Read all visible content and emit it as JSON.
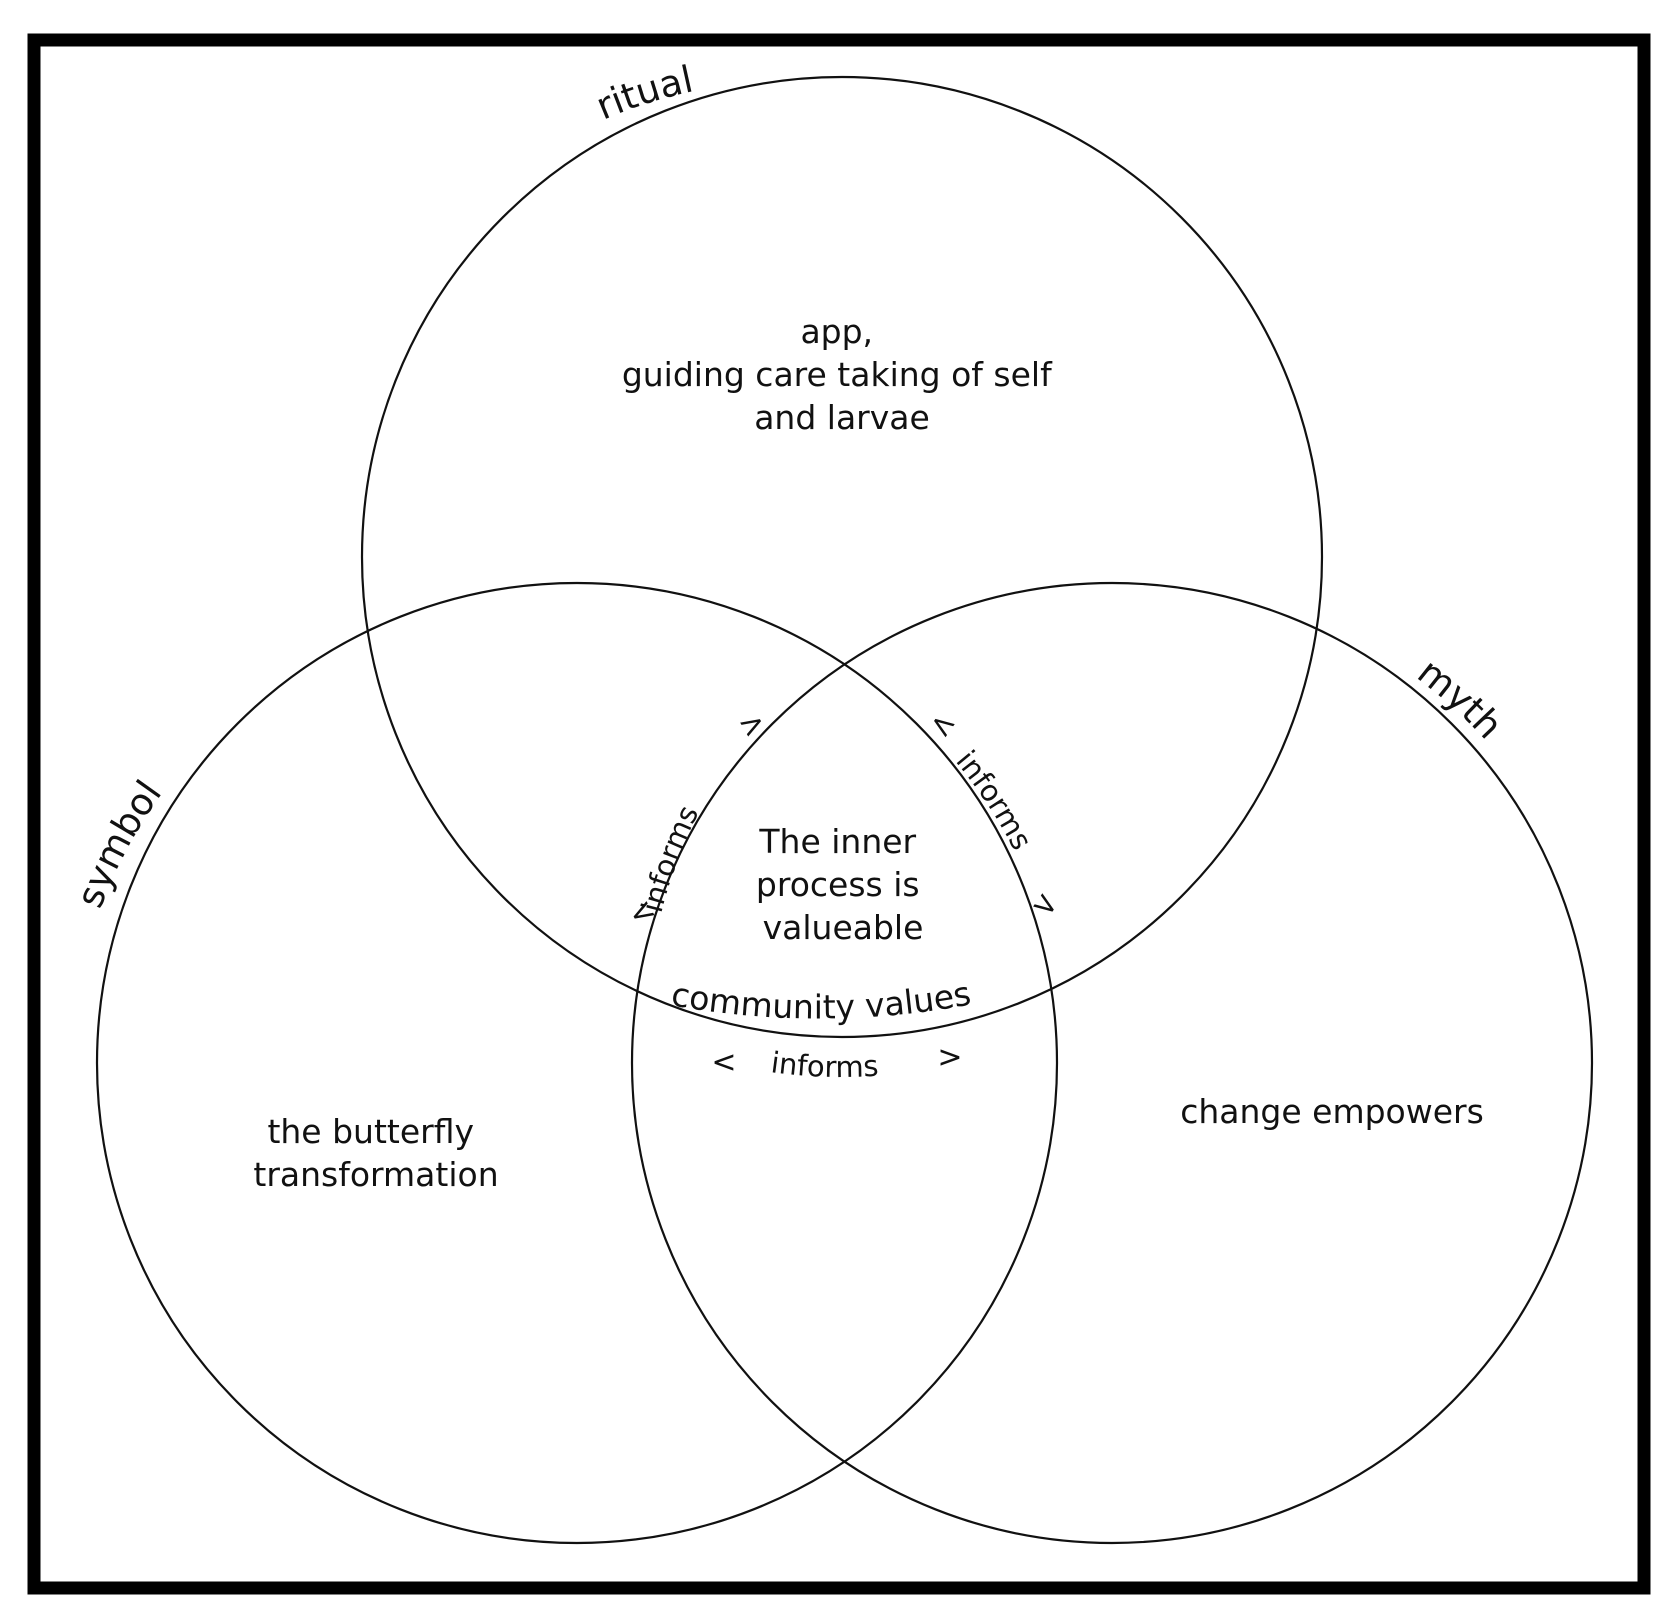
{
  "diagram": {
    "circles": {
      "ritual": {
        "label": "ritual",
        "text": [
          "app,",
          "guiding care taking of self",
          "and larvae"
        ]
      },
      "symbol": {
        "label": "symbol",
        "text": [
          "the butterfly",
          "transformation"
        ]
      },
      "myth": {
        "label": "myth",
        "text": [
          "change empowers"
        ]
      }
    },
    "center": {
      "text": [
        "The inner",
        "process is",
        "valueable"
      ],
      "label": "community values"
    },
    "arrows": [
      {
        "id": "left",
        "label": "informs",
        "open": "<",
        "close": ">"
      },
      {
        "id": "right",
        "label": "informs",
        "open": "<",
        "close": ">"
      },
      {
        "id": "bottom",
        "label": "informs",
        "open": "<",
        "close": ">"
      }
    ]
  }
}
